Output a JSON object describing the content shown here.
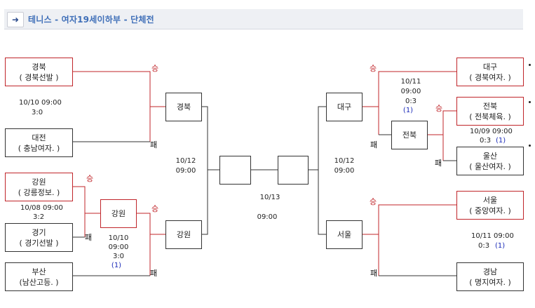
{
  "header": {
    "arrow_glyph": "➜",
    "title": "테니스 - 여자19세이하부 - 단체전"
  },
  "teams": {
    "l1": {
      "name": "경북",
      "sub": "( 경북선발 )"
    },
    "l2": {
      "name": "대전",
      "sub": "( 충남여자. )"
    },
    "l3": {
      "name": "강원",
      "sub": "( 강릉정보. )"
    },
    "l4": {
      "name": "경기",
      "sub": "( 경기선발 )"
    },
    "l5": {
      "name": "부산",
      "sub": "(남산고등. )"
    },
    "r1": {
      "name": "대구",
      "sub": "( 경북여자. )"
    },
    "r2": {
      "name": "전북",
      "sub": "( 전북체육. )"
    },
    "r3": {
      "name": "울산",
      "sub": "( 울산여자. )"
    },
    "r4": {
      "name": "서울",
      "sub": "( 중앙여자. )"
    },
    "r5": {
      "name": "경남",
      "sub": "( 명지여자. )"
    }
  },
  "rounds": {
    "ml_gangwon": "강원",
    "l_top": "경북",
    "l_bot": "강원",
    "mr_jeonbuk": "전북",
    "r_top": "대구",
    "r_bot": "서울"
  },
  "info": {
    "m1_date": "10/10    09:00",
    "m1_score": "3:0",
    "m2_date": "10/08    09:00",
    "m2_score": "3:2",
    "m3_date": "10/10",
    "m3_time": "09:00",
    "m3_score": "3:0",
    "m3_count": "(1)",
    "sf_left_date": "10/12",
    "sf_left_time": "09:00",
    "final_date": "10/13",
    "final_time": "09:00",
    "sf_right_date": "10/12",
    "sf_right_time": "09:00",
    "r1_date": "10/11",
    "r1_time": "09:00",
    "r1_score": "0:3",
    "r1_count": "(1)",
    "r2_date": "10/09    09:00",
    "r2_score": "0:3",
    "r2_count": "(1)",
    "r3_date": "10/11    09:00",
    "r3_score": "0:3",
    "r3_count": "(1)"
  },
  "results": {
    "win": "승",
    "lose": "패"
  },
  "colors": {
    "win_line": "#c0252a",
    "line": "#333333",
    "title": "#3f6fb8"
  }
}
